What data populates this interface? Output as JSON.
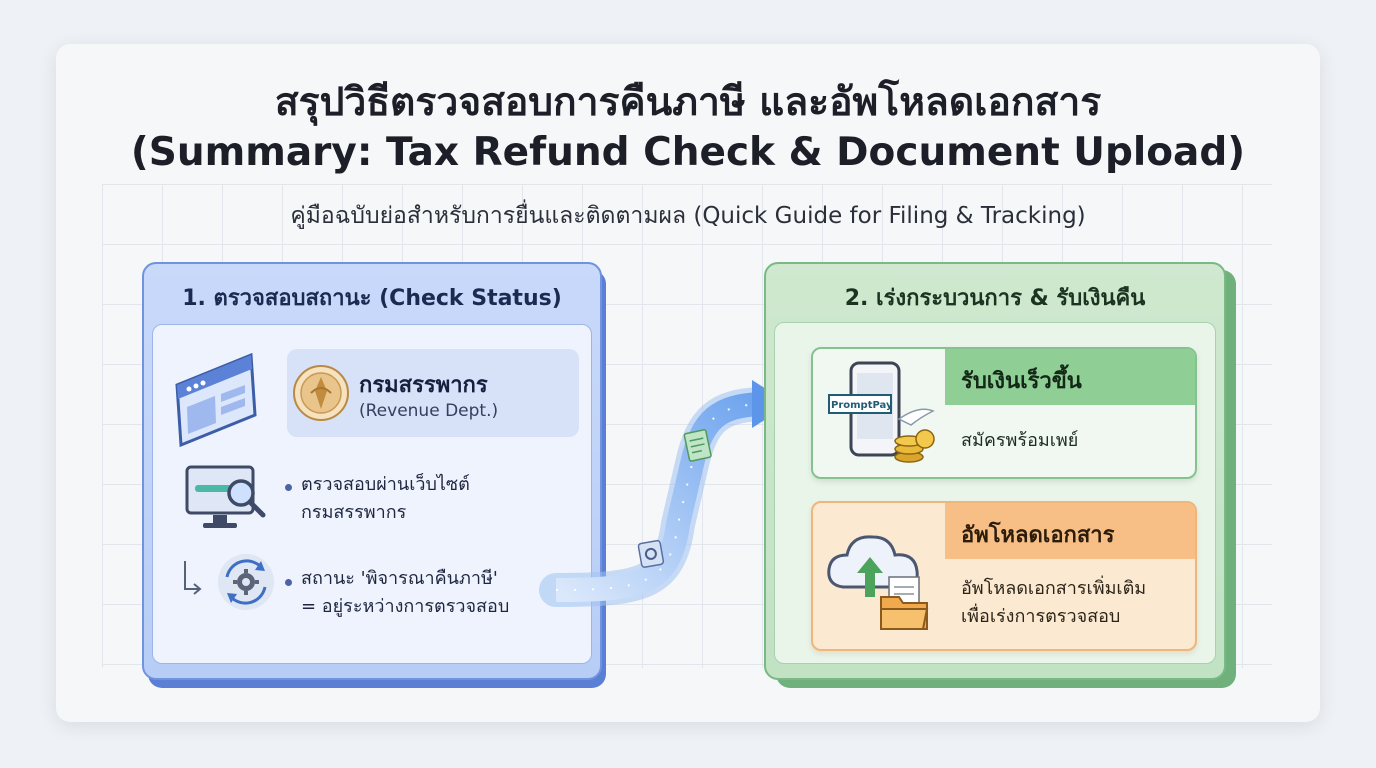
{
  "title": {
    "line1": "สรุปวิธีตรวจสอบการคืนภาษี และอัพโหลดเอกสาร",
    "line2": "(Summary: Tax Refund Check & Document Upload)"
  },
  "subtitle": "คู่มือฉบับย่อสำหรับการยื่นและติดตามผล (Quick Guide for Filing & Tracking)",
  "step1": {
    "heading": "1. ตรวจสอบสถานะ (Check Status)",
    "revenue_dept": {
      "name": "กรมสรรพากร",
      "name_en": "(Revenue Dept.)"
    },
    "bullets": [
      {
        "line1": "ตรวจสอบผ่านเว็บไซต์",
        "line2": "กรมสรรพากร"
      },
      {
        "line1": "สถานะ 'พิจารณาคืนภาษี'",
        "line2": "= อยู่ระหว่างการตรวจสอบ"
      }
    ],
    "icons": [
      "browser-window-icon",
      "revenue-dept-seal-icon",
      "monitor-search-icon",
      "gear-refresh-icon",
      "arrow-corner-icon"
    ]
  },
  "step2": {
    "heading": "2. เร่งกระบวนการ & รับเงินคืน",
    "cards": [
      {
        "title": "รับเงินเร็วขึ้น",
        "desc": "สมัครพร้อมเพย์",
        "icon": "phone-promptpay-coins-icon",
        "logo_text": "PromptPay"
      },
      {
        "title": "อัพโหลดเอกสาร",
        "desc_line1": "อัพโหลดเอกสารเพิ่มเติม",
        "desc_line2": "เพื่อเร่งการตรวจสอบ",
        "icon": "cloud-upload-folder-icon"
      }
    ]
  },
  "colors": {
    "blue_panel": "#c9d9fa",
    "green_panel": "#cfe8cf",
    "orange_card": "#fbe9d2",
    "flow_arrow": "#6ea4ee"
  }
}
